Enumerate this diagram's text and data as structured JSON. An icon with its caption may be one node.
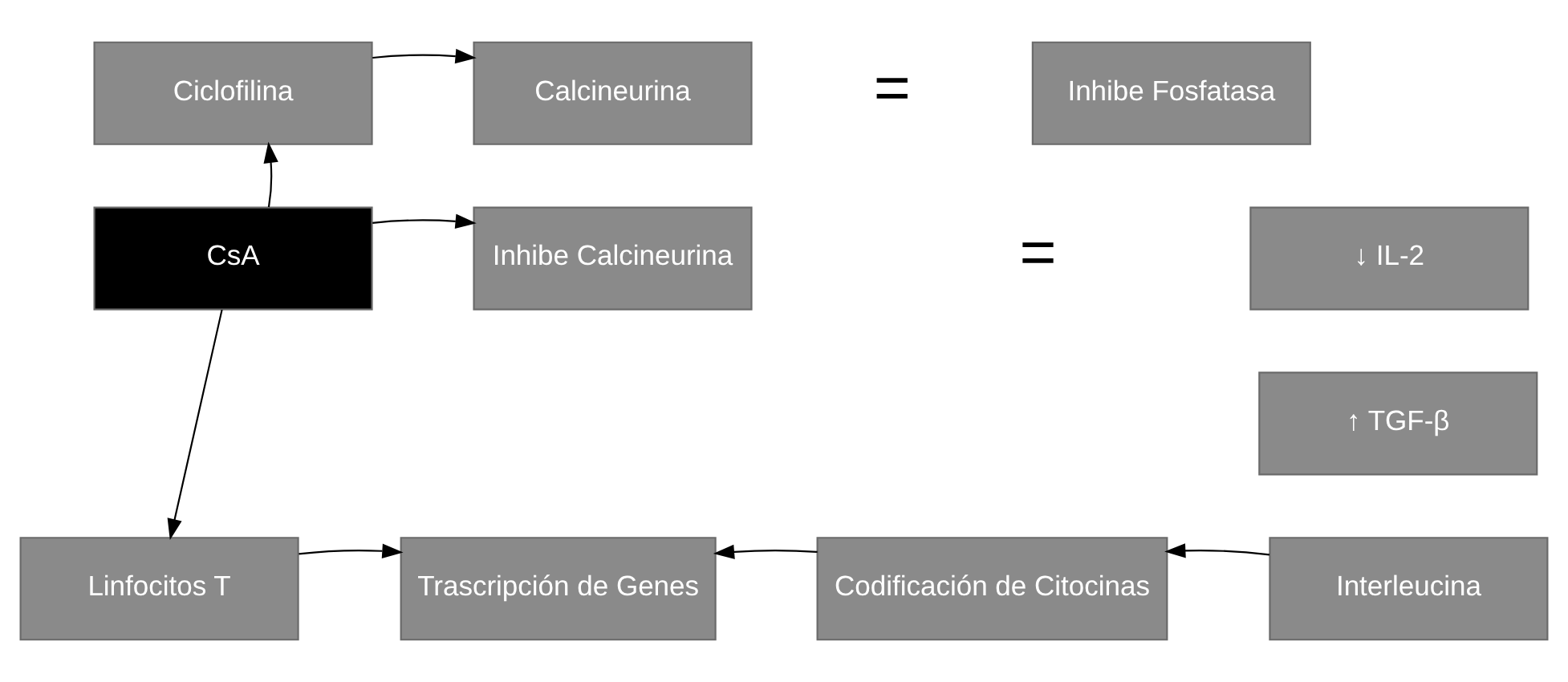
{
  "diagram": {
    "nodes": [
      {
        "text": [
          "Ciclofilina"
        ]
      },
      {
        "text": [
          "Calcineurina"
        ]
      },
      {
        "text": [
          "Inhibe Fosfatasa"
        ]
      },
      {
        "text": [
          "CsA"
        ]
      },
      {
        "text": [
          "Inhibe Calcineurina"
        ]
      },
      {
        "text": [
          "↓ IL-2"
        ]
      },
      {
        "text": [
          "↑ TGF-β"
        ]
      },
      {
        "text": [
          "Linfocitos T"
        ]
      },
      {
        "text": [
          "Trascripción de Genes"
        ]
      },
      {
        "text": [
          "Codificación de Citocinas"
        ]
      },
      {
        "text": [
          "Interleucina"
        ]
      }
    ],
    "edges": [
      {
        "from": 3,
        "to": 0,
        "arrow": "to"
      },
      {
        "from": 0,
        "to": 1,
        "arrow": "to"
      },
      {
        "from": 3,
        "to": 4,
        "arrow": "to"
      },
      {
        "from": 3,
        "to": 7,
        "arrow": "to"
      },
      {
        "from": 7,
        "to": 8,
        "arrow": "to"
      },
      {
        "from": 9,
        "to": 8,
        "arrow": "to"
      },
      {
        "from": 10,
        "to": 9,
        "arrow": "to"
      }
    ],
    "labels": [
      "=",
      "="
    ]
  }
}
